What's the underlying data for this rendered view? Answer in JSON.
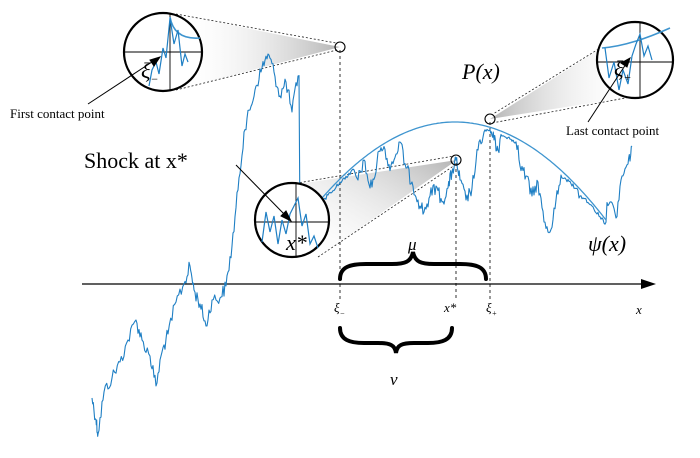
{
  "labels": {
    "first_contact": "First contact point",
    "last_contact": "Last contact point",
    "shock": "Shock at x*",
    "parabola": "P(x)",
    "path": "ψ(x)",
    "mu": "μ",
    "nu": "ν",
    "x_axis": "x",
    "tick_xi_minus": "ξ",
    "tick_xstar": "x*",
    "tick_xi_plus": "ξ",
    "tick_xi_plus_sub": "+",
    "tick_xi_minus_sub": "−",
    "inset_xi_minus": "ξ",
    "inset_xi_minus_sub": "−",
    "inset_xi_plus": "ξ",
    "inset_xi_plus_sub": "+",
    "inset_xstar": "x*"
  },
  "colors": {
    "path": "#1f7fc4",
    "parabola": "#3f95cf",
    "ink": "#000000",
    "cone": "#bdbdbd"
  }
}
